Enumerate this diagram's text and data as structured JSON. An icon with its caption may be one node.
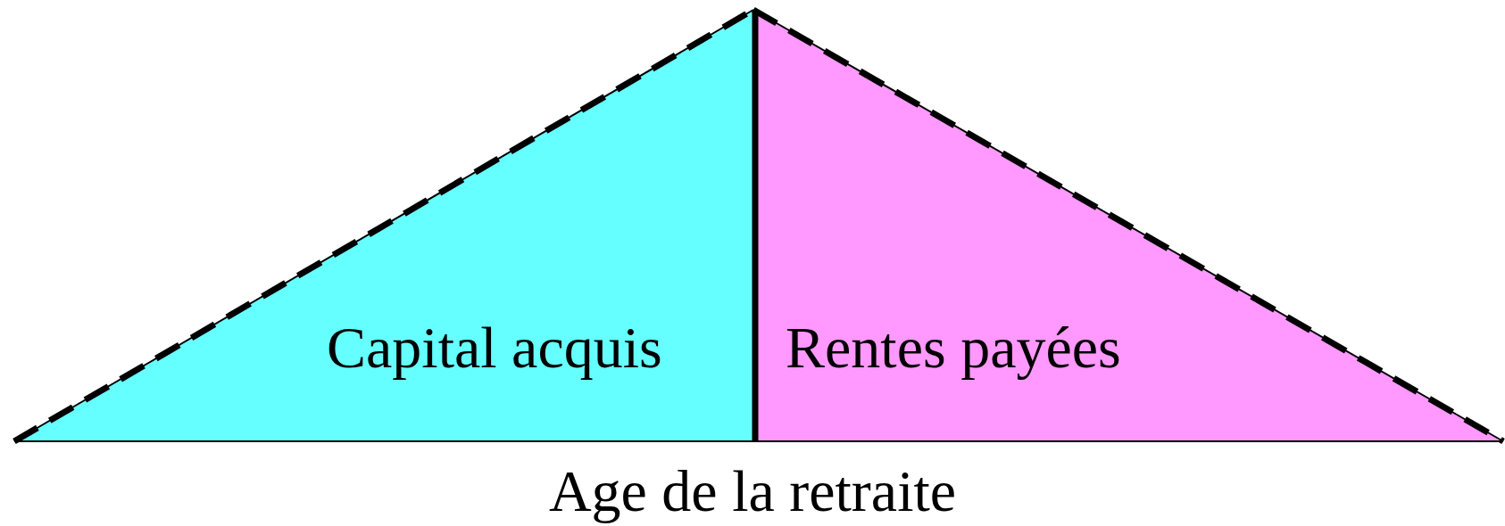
{
  "diagram": {
    "nodes": [
      {
        "text": [
          "Capital acquis"
        ]
      },
      {
        "text": [
          "Rentes payées"
        ]
      }
    ],
    "labels": [
      "Age de la retraite"
    ]
  }
}
